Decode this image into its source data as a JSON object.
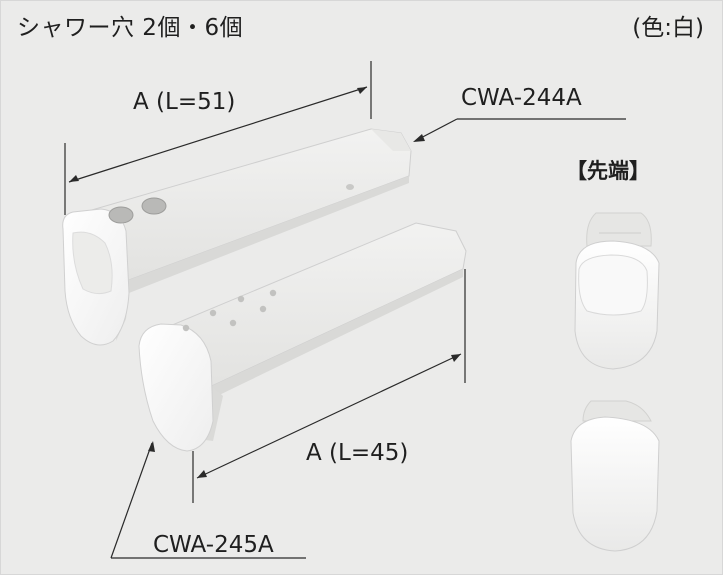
{
  "header": {
    "title": "シャワー穴 2個・6個",
    "color_note": "(色:白)"
  },
  "top_part": {
    "dimension_label": "A (L=51)",
    "model_code": "CWA-244A",
    "hole_count": 2
  },
  "bottom_part": {
    "dimension_label": "A (L=45)",
    "model_code": "CWA-245A",
    "hole_count": 6
  },
  "tip_detail": {
    "label": "【先端】"
  },
  "colors": {
    "background": "#ebebea",
    "part_body": "#f7f7f7",
    "line": "#2a2a2a"
  }
}
